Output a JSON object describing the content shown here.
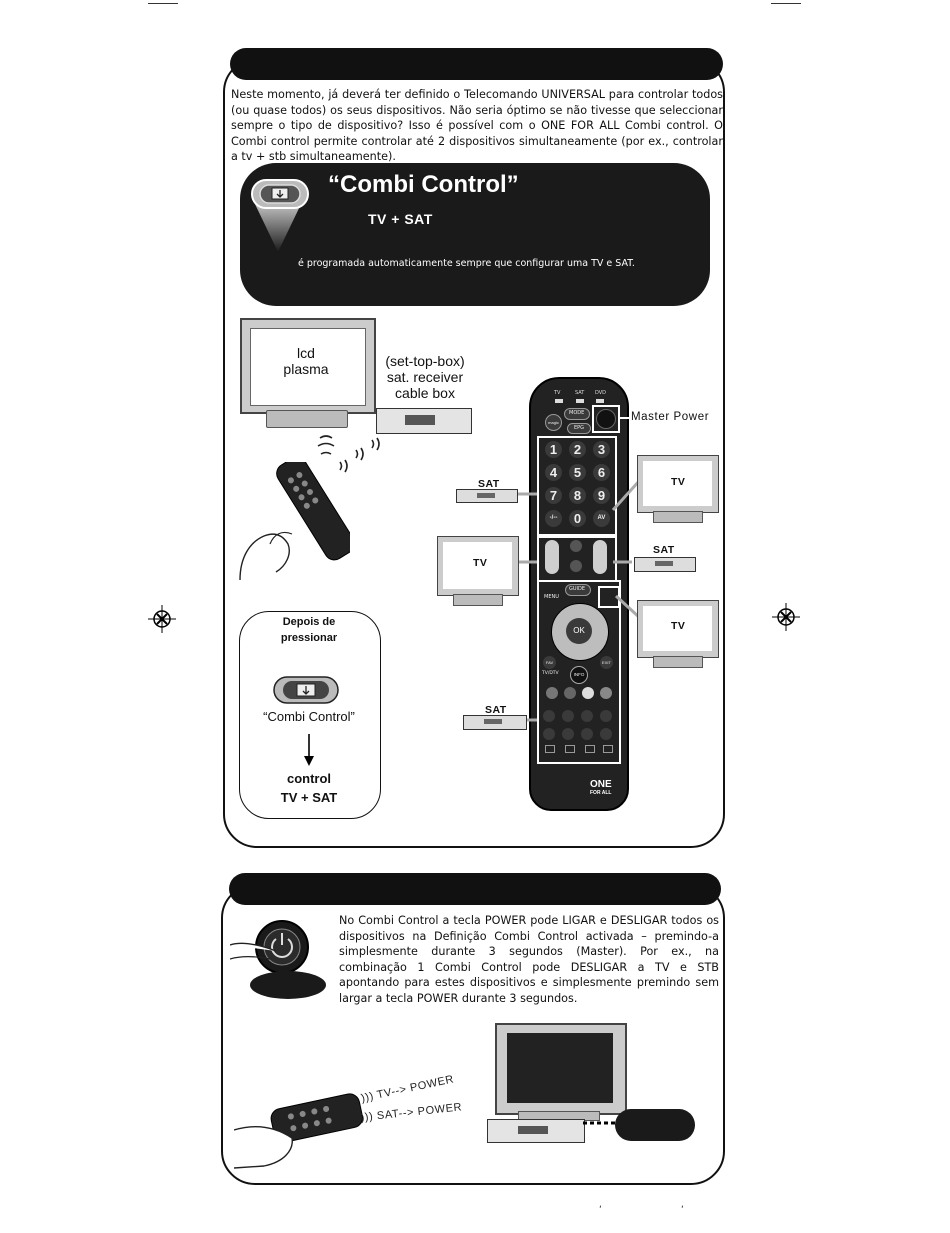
{
  "section1": {
    "intro": "Neste momento, já deverá ter definido o Telecomando UNIVERSAL para controlar todos (ou quase todos) os seus dispositivos. Não seria óptimo se não tivesse que seleccionar sempre o tipo de dispositivo? Isso é possível com o ONE FOR ALL Combi control. O Combi control permite controlar até 2 dispositivos simultaneamente (por ex., controlar a tv + stb simultaneamente).",
    "combi_title": "“Combi Control”",
    "combi_pair": "TV + SAT",
    "combi_note": "é programada automaticamente sempre que configurar uma TV e SAT.",
    "tv_label_line1": "lcd",
    "tv_label_line2": "plasma",
    "stb_label_line1": "(set-top-box)",
    "stb_label_line2": "sat. receiver",
    "stb_label_line3": "cable box",
    "master_power": "Master Power",
    "tag_sat": "SAT",
    "tag_tv": "TV",
    "after_press_line1": "Depois de",
    "after_press_line2": "pressionar",
    "after_press_combi": "“Combi Control”",
    "after_press_control": "control",
    "after_press_pair": "TV + SAT",
    "remote": {
      "mode_tv": "TV",
      "mode_sat": "SAT",
      "mode_dvd": "DVD",
      "mode_btn": "MODE",
      "magic_btn": "magic",
      "epg_btn": "EPG",
      "digits": [
        "1",
        "2",
        "3",
        "4",
        "5",
        "6",
        "7",
        "8",
        "9",
        "-/--",
        "0",
        "AV"
      ],
      "guide": "GUIDE",
      "menu": "MENU",
      "ok": "OK",
      "fav": "FAV",
      "exit": "EXIT",
      "tvdtv": "TV/DTV",
      "info": "INFO",
      "brand_top": "ONE",
      "brand_bottom": "FOR ALL"
    }
  },
  "section2": {
    "text": "No Combi Control a tecla POWER pode LIGAR e DESLIGAR todos os dispositivos na Definição Combi Control activada – premindo-a simplesmente durante 3 segundos (Master). Por ex., na combinação 1 Combi Control pode DESLIGAR a TV e STB apontando para estes dispositivos e simplesmente premindo sem largar a tecla POWER durante 3 segundos.",
    "tv_power": "TV--> POWER",
    "sat_power": "SAT--> POWER"
  },
  "colors": {
    "band": "#111111",
    "panel_dark": "#1a1a1a",
    "highlight": "#ffffff"
  }
}
